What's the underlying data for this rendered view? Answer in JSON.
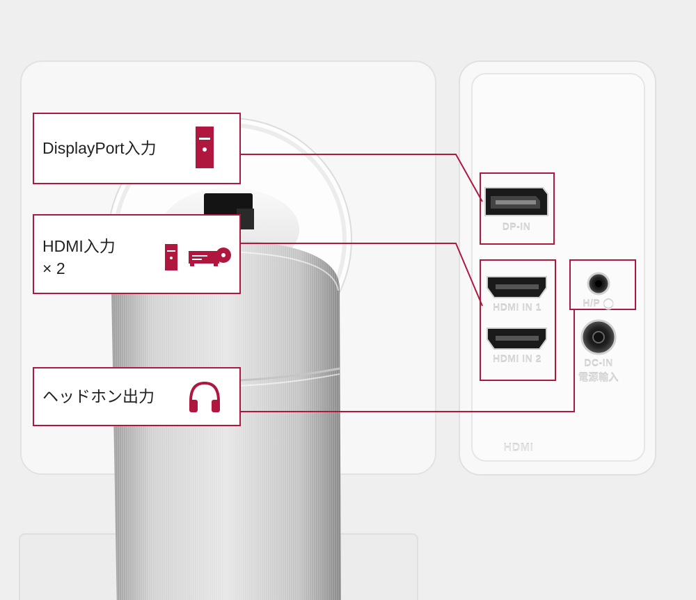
{
  "callouts": {
    "displayport": {
      "label": "DisplayPort入力",
      "icon": "pc-tower-icon"
    },
    "hdmi": {
      "label_line1": "HDMI入力",
      "label_line2": "× 2",
      "icons": [
        "pc-tower-icon",
        "blu-ray-player-icon"
      ]
    },
    "headphone": {
      "label": "ヘッドホン出力",
      "icon": "headphones-icon"
    }
  },
  "ports": {
    "dp": "DP-IN",
    "hdmi1": "HDMI IN 1",
    "hdmi2": "HDMI IN 2",
    "hp": "H/P ◯",
    "dc_line1": "DC-IN",
    "dc_line2": "電源輸入",
    "hdmi_logo": "HDMI"
  },
  "colors": {
    "accent": "#b0173e",
    "background": "#efefef",
    "panel": "#f7f7f7"
  }
}
